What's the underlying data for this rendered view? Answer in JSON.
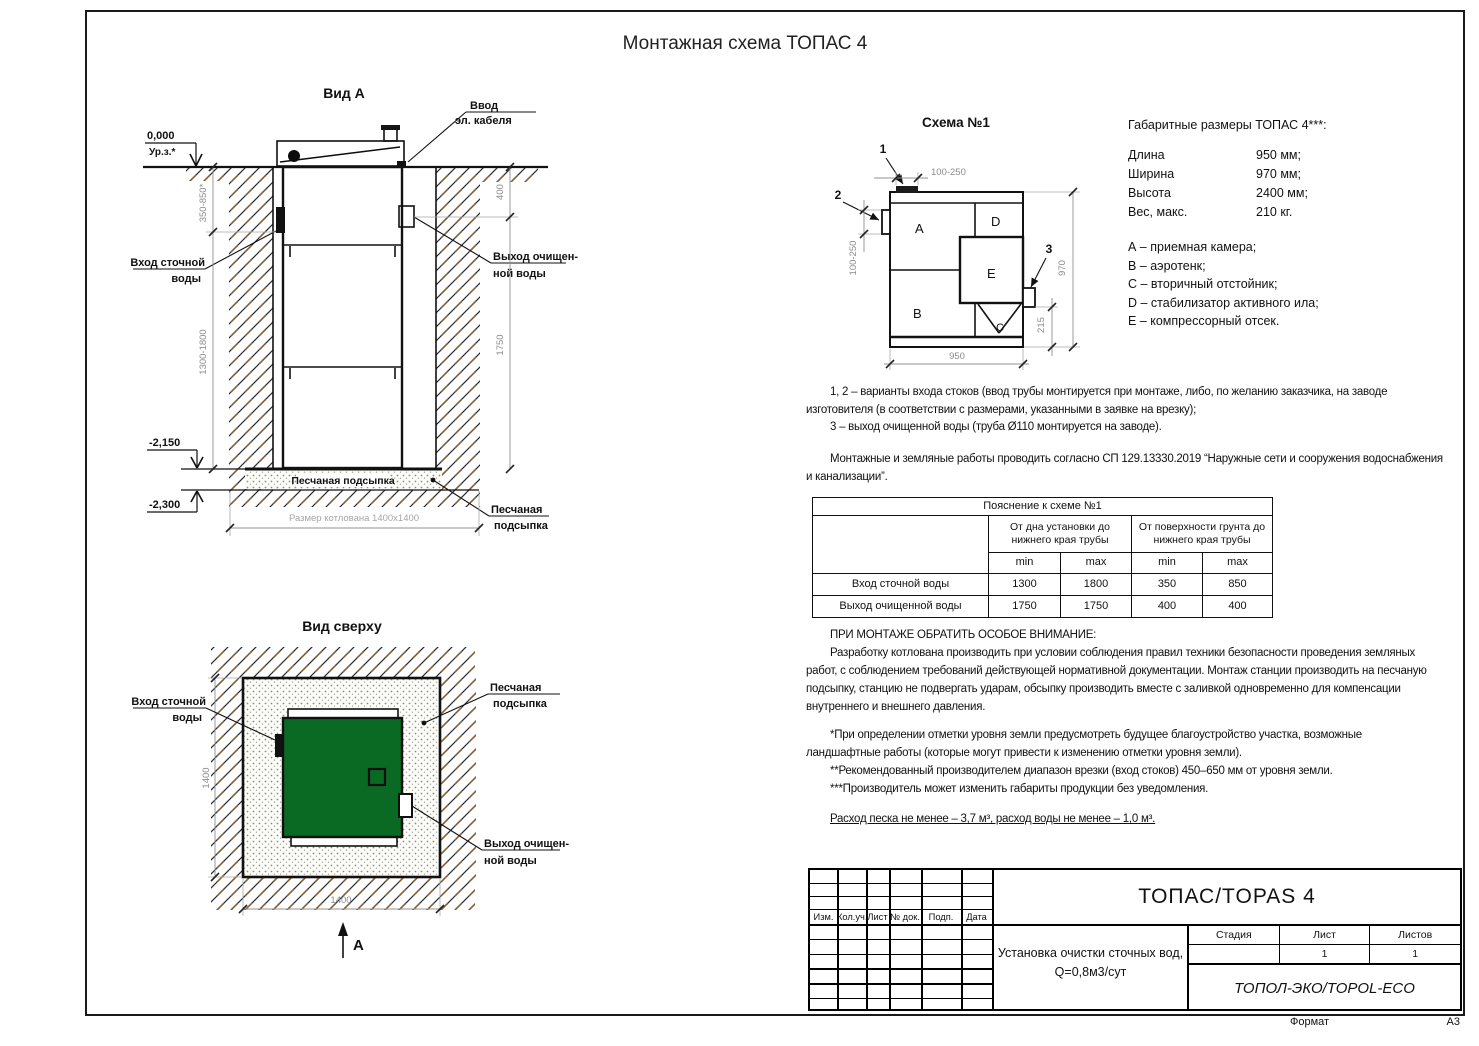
{
  "title": "Монтажная схема ТОПАС 4",
  "view_a": {
    "title": "Вид А",
    "level_zero": "0,000",
    "level_zero_sub": "Ур.з.*",
    "level_tank_bottom": "-2,150",
    "level_pit_bottom": "-2,300",
    "dim_inlet_surface": "350-850*",
    "dim_inlet_bottom": "1300-1800",
    "dim_outlet_surface": "400",
    "dim_outlet_bottom": "1750",
    "pit_size": "Размер котлована 1400х1400",
    "sand_band": "Песчаная подсыпка",
    "label_cable_1": "Ввод",
    "label_cable_2": "эл. кабеля",
    "label_inlet_1": "Вход сточной",
    "label_inlet_2": "воды",
    "label_outlet_1": "Выход очищен-",
    "label_outlet_2": "ной воды",
    "label_sand_1": "Песчаная",
    "label_sand_2": "подсыпка"
  },
  "top_view": {
    "title": "Вид сверху",
    "label_inlet_1": "Вход сточной",
    "label_inlet_2": "воды",
    "label_sand_1": "Песчаная",
    "label_sand_2": "подсыпка",
    "label_outlet_1": "Выход очищен-",
    "label_outlet_2": "ной воды",
    "dim_width": "1400",
    "dim_height": "1400",
    "section_mark": "А"
  },
  "scheme": {
    "title": "Схема №1",
    "comp_a": "А",
    "comp_b": "В",
    "comp_c": "С",
    "comp_d": "D",
    "comp_e": "Е",
    "callout_1": "1",
    "callout_2": "2",
    "callout_3": "3",
    "dim_top": "100-250",
    "dim_left": "100-250",
    "dim_height": "970",
    "dim_offset": "215",
    "dim_width": "950"
  },
  "specs": {
    "title": "Габаритные размеры ТОПАС 4***:",
    "rows": [
      {
        "label": "Длина",
        "value": "950 мм;"
      },
      {
        "label": "Ширина",
        "value": "970 мм;"
      },
      {
        "label": "Высота",
        "value": "2400 мм;"
      },
      {
        "label": "Вес, макс.",
        "value": "210 кг."
      }
    ],
    "legend": [
      "А – приемная камера;",
      "В – аэротенк;",
      "С – вторичный отстойник;",
      "D – стабилизатор активного ила;",
      "Е – компрессорный отсек."
    ]
  },
  "paragraphs": {
    "p1_l1": "1, 2 – варианты входа стоков (ввод трубы монтируется при монтаже, либо, по желанию заказчика, на заводе",
    "p1_l2": "изготовителя (в соответствии с размерами, указанными в заявке на врезку);",
    "p1_l3": "3 – выход очищенной воды (труба Ø110 монтируется на заводе).",
    "p2_l1": "Монтажные и земляные работы проводить согласно СП 129.13330.2019 “Наружные сети и сооружения водоснабжения",
    "p2_l2": "и канализации”."
  },
  "table": {
    "title": "Пояснение к схеме №1",
    "group1": "От дна установки до нижнего края трубы",
    "group2": "От поверхности грунта до нижнего края трубы",
    "min_label": "min",
    "max_label": "max",
    "rows": [
      {
        "label": "Вход сточной воды",
        "v1": "1300",
        "v2": "1800",
        "v3": "350",
        "v4": "850"
      },
      {
        "label": "Выход очищенной воды",
        "v1": "1750",
        "v2": "1750",
        "v3": "400",
        "v4": "400"
      }
    ]
  },
  "attention": {
    "title": "ПРИ МОНТАЖЕ ОБРАТИТЬ ОСОБОЕ ВНИМАНИЕ:",
    "b1": "Разработку котлована производить при условии соблюдения правил техники безопасности проведения земляных",
    "b2": "работ, с соблюдением требований действующей нормативной документации. Монтаж станции производить на песчаную",
    "b3": "подсыпку, станцию не подвергать ударам, обсыпку производить вместе с заливкой одновременно для компенсации",
    "b4": "внутреннего и внешнего давления.",
    "n1_l1": "*При определении отметки уровня земли предусмотреть будущее благоустройство участка, возможные",
    "n1_l2": "ландшафтные работы (которые могут привести к изменению отметки уровня земли).",
    "n2": "**Рекомендованный производителем диапазон врезки (вход стоков) 450–650 мм от уровня земли.",
    "n3": "***Производитель может изменить габариты продукции без уведомления.",
    "consumption": "Расход песка не менее – 3,7 м³, расход воды не менее – 1,0 м³."
  },
  "stamp": {
    "product": "ТОПАС/TOPAS 4",
    "description_1": "Установка очистки сточных вод,",
    "description_2": "Q=0,8м3/сут",
    "company": "ТОПОЛ-ЭКО/TOPOL-ECO",
    "cols": [
      "Изм.",
      "Кол.уч.",
      "Лист",
      "№ док.",
      "Подп.",
      "Дата"
    ],
    "stage_label": "Стадия",
    "sheet_label": "Лист",
    "sheets_label": "Листов",
    "sheet_value": "1",
    "sheets_value": "1",
    "format_label": "Формат",
    "format_value": "А3"
  },
  "colors": {
    "lid_green": "#0a6a23",
    "hatch_brown": "#8a5a2d",
    "line_black": "#111111"
  }
}
